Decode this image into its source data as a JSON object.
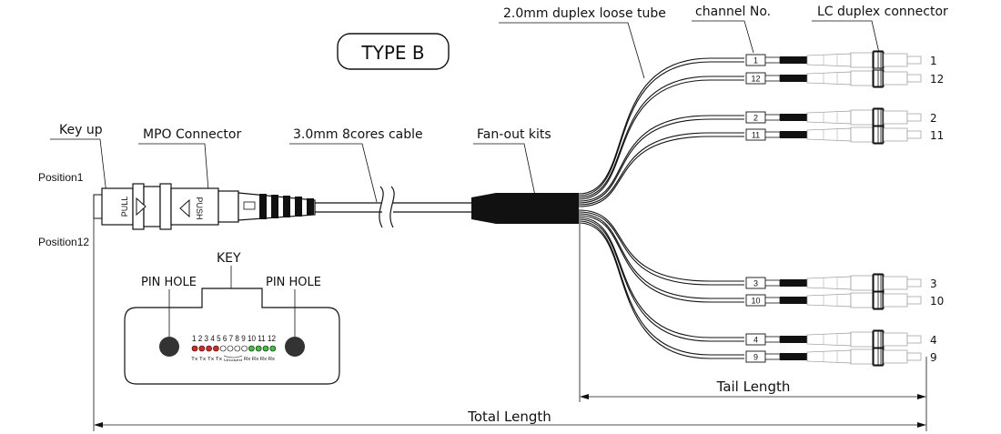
{
  "badge": {
    "type_label": "TYPE B"
  },
  "labels": {
    "key_up": "Key up",
    "mpo_connector": "MPO Connector",
    "cable_3mm": "3.0mm 8cores cable",
    "fanout_kits": "Fan-out kits",
    "loose_tube": "2.0mm duplex loose tube",
    "channel_no": "channel No.",
    "lc_connector": "LC duplex connector",
    "position_1": "Position1",
    "position_12": "Position12",
    "tail_length": "Tail Length",
    "total_length": "Total Length",
    "pull": "PULL",
    "push": "PUSH"
  },
  "key_diagram": {
    "key_label": "KEY",
    "pin_hole_left": "PIN HOLE",
    "pin_hole_right": "PIN HOLE",
    "fiber_numbers": "1 2 3 4 5 6 7 8 9 10 11 12",
    "tx_labels": "Tx Tx Tx Tx",
    "unused_label": "Unused",
    "rx_labels": "Rx Rx Rx Rx",
    "fiber_colors": [
      "#e0261f",
      "#e0261f",
      "#e0261f",
      "#e0261f",
      "#ffffff",
      "#ffffff",
      "#ffffff",
      "#ffffff",
      "#3fc23b",
      "#3fc23b",
      "#3fc23b",
      "#3fc23b"
    ]
  },
  "channels": [
    {
      "tag": "1",
      "end": "1"
    },
    {
      "tag": "12",
      "end": "12"
    },
    {
      "tag": "2",
      "end": "2"
    },
    {
      "tag": "11",
      "end": "11"
    },
    {
      "tag": "3",
      "end": "3"
    },
    {
      "tag": "10",
      "end": "10"
    },
    {
      "tag": "4",
      "end": "4"
    },
    {
      "tag": "9",
      "end": "9"
    }
  ]
}
